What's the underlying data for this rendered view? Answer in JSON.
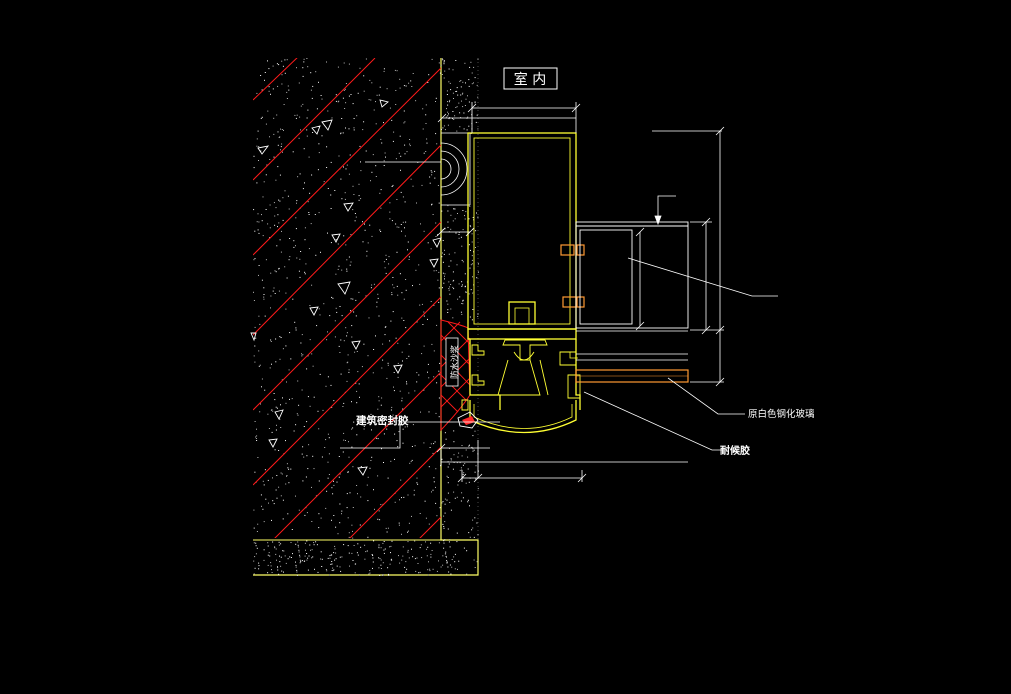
{
  "drawing": {
    "room_label": "室 内",
    "wall_label": "防水沙浆",
    "label_glass": "原白色钢化玻璃",
    "label_sealant": "耐候胶",
    "label_structural": "建筑密封胶"
  },
  "colors": {
    "background": "#000000",
    "concrete_edge": "#ffff66",
    "hatch": "#ff1a1a",
    "profile": "#ffff33",
    "dimension": "#ffffff",
    "glass": "#ff9933"
  }
}
